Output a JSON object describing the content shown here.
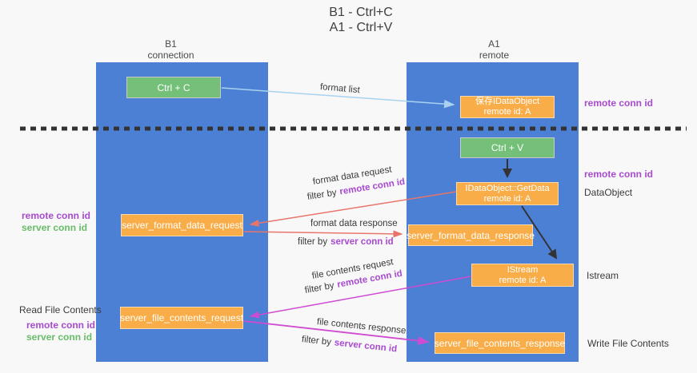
{
  "title": {
    "line1": "B1 - Ctrl+C",
    "line2": "A1 - Ctrl+V"
  },
  "columns": {
    "left": {
      "name": "B1",
      "subtitle": "connection"
    },
    "right": {
      "name": "A1",
      "subtitle": "remote"
    }
  },
  "nodes": {
    "ctrl_c": {
      "label": "Ctrl + C"
    },
    "ctrl_v": {
      "label": "Ctrl + V"
    },
    "save_idataobject": {
      "line1": "保存IDataObject",
      "line2": "remote id: A"
    },
    "get_data": {
      "line1": "IDataObject::GetData",
      "line2": "remote id: A"
    },
    "istream": {
      "line1": "IStream",
      "line2": "remote id: A"
    },
    "format_request": {
      "label": "server_format_data_request"
    },
    "format_response": {
      "label": "server_format_data_response"
    },
    "file_request": {
      "label": "server_file_contents_request"
    },
    "file_response": {
      "label": "server_file_contents_response"
    }
  },
  "arrow_labels": {
    "format_list": "format list",
    "format_data_request": "format data request",
    "filter_remote_1": {
      "prefix": "filter by",
      "key": "remote conn id"
    },
    "format_data_response": "format data response",
    "filter_server_1": {
      "prefix": "filter by",
      "key": "server conn id"
    },
    "file_contents_request": "file contents request",
    "filter_remote_2": {
      "prefix": "filter by",
      "key": "remote conn id"
    },
    "file_contents_response": "file contents response",
    "filter_server_2": {
      "prefix": "filter by",
      "key": "server conn id"
    }
  },
  "annotations": {
    "right_remote_conn_id_1": "remote conn id",
    "right_remote_conn_id_2": "remote conn id",
    "right_dataobject": "DataObject",
    "right_istream": "Istream",
    "right_write_file_contents": "Write File Contents",
    "left_remote_conn_id_1": "remote conn id",
    "left_server_conn_id_1": "server conn id",
    "left_read_file_contents": "Read File Contents",
    "left_remote_conn_id_2": "remote conn id",
    "left_server_conn_id_2": "server conn id"
  },
  "colors": {
    "background": "#f8f8f8",
    "lifeline_blue": "#4c80d4",
    "box_green": "#74c078",
    "box_orange": "#f9ad49",
    "arrow_light_blue": "#a8d2f0",
    "arrow_red": "#e8756b",
    "arrow_magenta": "#cf4bd2",
    "arrow_black": "#333333",
    "separator_black": "#333333",
    "text_purple": "#a84ad0",
    "text_green": "#67bd68",
    "text_dark": "#3a3a3a"
  }
}
